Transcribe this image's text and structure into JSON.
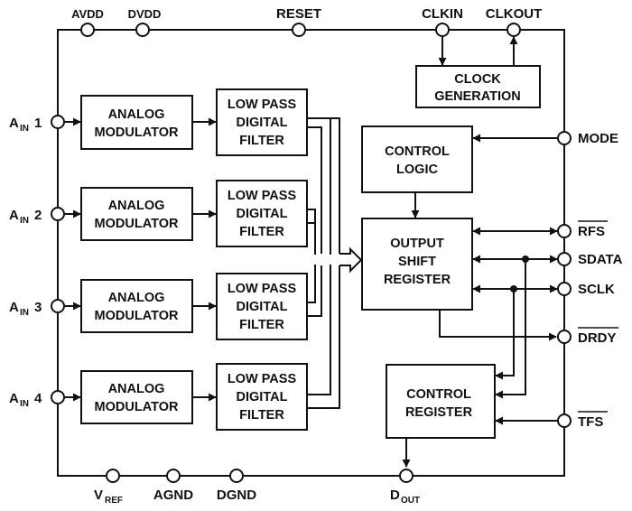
{
  "pins": {
    "avdd": "AVDD",
    "dvdd": "DVDD",
    "reset": "RESET",
    "clkin": "CLKIN",
    "clkout": "CLKOUT",
    "ain_main": "A",
    "ain_sub": "IN",
    "ain1_num": "1",
    "ain2_num": "2",
    "ain3_num": "3",
    "ain4_num": "4",
    "mode": "MODE",
    "rfs": "RFS",
    "sdata": "SDATA",
    "sclk": "SCLK",
    "drdy": "DRDY",
    "tfs": "TFS",
    "vref_main": "V",
    "vref_sub": "REF",
    "agnd": "AGND",
    "dgnd": "DGND",
    "dout_main": "D",
    "dout_sub": "OUT"
  },
  "blocks": {
    "analog_modulator": [
      "ANALOG",
      "MODULATOR"
    ],
    "low_pass_filter": [
      "LOW PASS",
      "DIGITAL",
      "FILTER"
    ],
    "clock_generation": [
      "CLOCK",
      "GENERATION"
    ],
    "control_logic": [
      "CONTROL",
      "LOGIC"
    ],
    "output_shift_register": [
      "OUTPUT",
      "SHIFT",
      "REGISTER"
    ],
    "control_register": [
      "CONTROL",
      "REGISTER"
    ]
  }
}
